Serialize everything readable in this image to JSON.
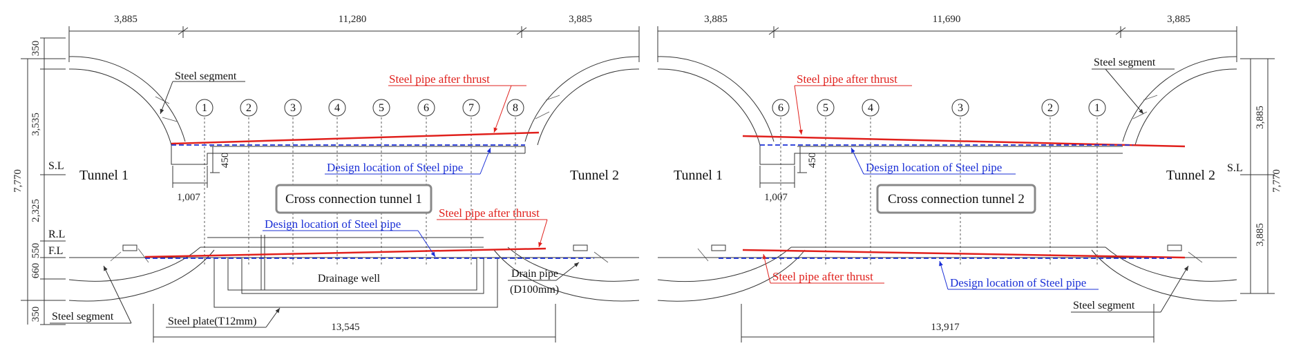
{
  "colors": {
    "red": "#e0201c",
    "blue": "#1a2fd6",
    "line": "#333333"
  },
  "left": {
    "top_dims": [
      "3,885",
      "11,280",
      "3,885"
    ],
    "vert_dims": [
      "350",
      "3,535",
      "2,325",
      "550",
      "660",
      "350"
    ],
    "total_height": "7,770",
    "level_labels": [
      "S.L",
      "R.L",
      "F.L"
    ],
    "tunnel_left": "Tunnel 1",
    "tunnel_right": "Tunnel 2",
    "title": "Cross connection tunnel 1",
    "pipe_numbers": [
      "1",
      "2",
      "3",
      "4",
      "5",
      "6",
      "7",
      "8"
    ],
    "steel_segment_top": "Steel segment",
    "steel_segment_bottom": "Steel segment",
    "red_top": "Steel pipe after thrust",
    "red_bottom": "Steel pipe after thrust",
    "blue_top": "Design location of Steel pipe",
    "blue_bottom": "Design location of Steel pipe",
    "dim_450": "450",
    "dim_1007": "1,007",
    "drainage_well": "Drainage well",
    "drain_pipe": "Drain pipe",
    "drain_pipe_size": "(D100mm)",
    "steel_plate": "Steel plate(T12mm)",
    "bottom_dim": "13,545"
  },
  "right": {
    "top_dims": [
      "3,885",
      "11,690",
      "3,885"
    ],
    "vert_dims": [
      "3,885",
      "3,885"
    ],
    "total_height": "7,770",
    "level_label": "S.L",
    "tunnel_left": "Tunnel 1",
    "tunnel_right": "Tunnel 2",
    "title": "Cross connection tunnel 2",
    "pipe_numbers": [
      "6",
      "5",
      "4",
      "3",
      "2",
      "1"
    ],
    "steel_segment": "Steel segment",
    "steel_segment_bottom": "Steel segment",
    "red_top": "Steel pipe after thrust",
    "red_bottom": "Steel pipe after thrust",
    "blue_top": "Design location of Steel pipe",
    "blue_bottom": "Design location of Steel pipe",
    "dim_450": "450",
    "dim_1007": "1,007",
    "bottom_dim": "13,917"
  }
}
